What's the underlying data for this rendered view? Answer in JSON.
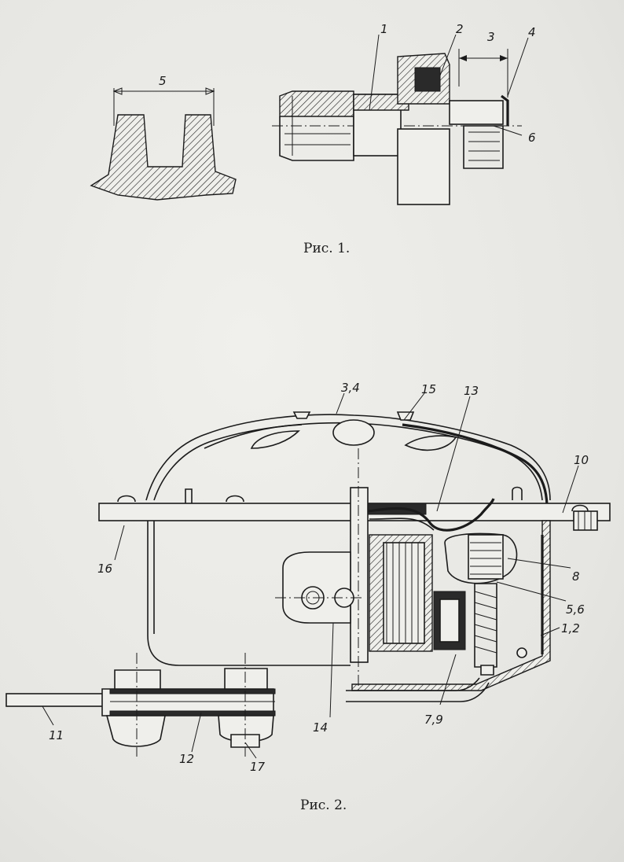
{
  "figures": [
    {
      "caption": "Рис. 1.",
      "labels": [
        "1",
        "2",
        "3",
        "4",
        "5",
        "6"
      ]
    },
    {
      "caption": "Рис. 2.",
      "labels": [
        "3,4",
        "15",
        "13",
        "10",
        "16",
        "8",
        "5,6",
        "1,2",
        "14",
        "7,9",
        "11",
        "12",
        "17"
      ]
    }
  ]
}
